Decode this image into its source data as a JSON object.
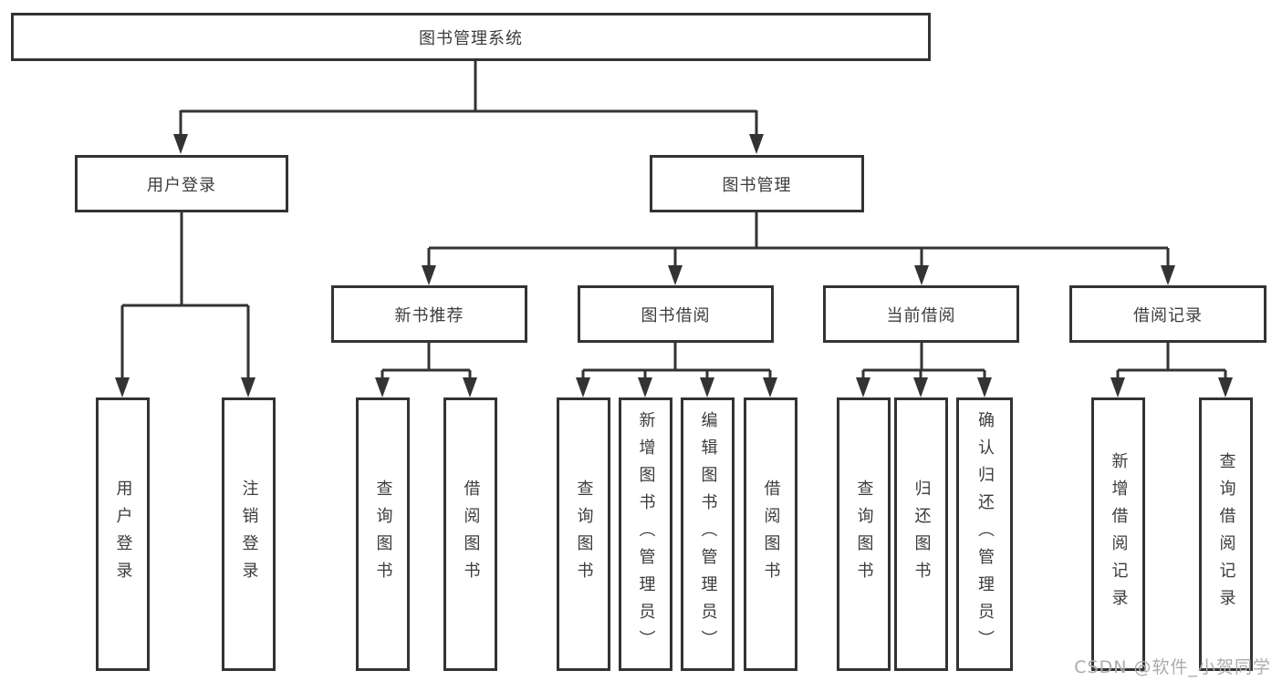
{
  "diagram": {
    "title": "图书管理系统",
    "nodes": {
      "root": "图书管理系统",
      "user_login": "用户登录",
      "book_mgmt": "图书管理",
      "new_book_rec": "新书推荐",
      "book_borrow": "图书借阅",
      "current_borrow": "当前借阅",
      "borrow_records": "借阅记录",
      "leaf_user_login": "用户登录",
      "leaf_logout": "注销登录",
      "leaf_rec_query": "查询图书",
      "leaf_rec_borrow": "借阅图书",
      "leaf_bb_query": "查询图书",
      "leaf_bb_add": "新增图书（管理员）",
      "leaf_bb_edit": "编辑图书（管理员）",
      "leaf_bb_borrow": "借阅图书",
      "leaf_cb_query": "查询图书",
      "leaf_cb_return": "归还图书",
      "leaf_cb_confirm": "确认归还（管理员）",
      "leaf_br_add": "新增借阅记录",
      "leaf_br_query": "查询借阅记录"
    },
    "colors": {
      "line": "#333333",
      "box_border": "#333333",
      "box_fill": "#ffffff",
      "text": "#3c3c3c",
      "watermark": "#ababab"
    }
  },
  "watermark": "CSDN @软件_小贺同学"
}
